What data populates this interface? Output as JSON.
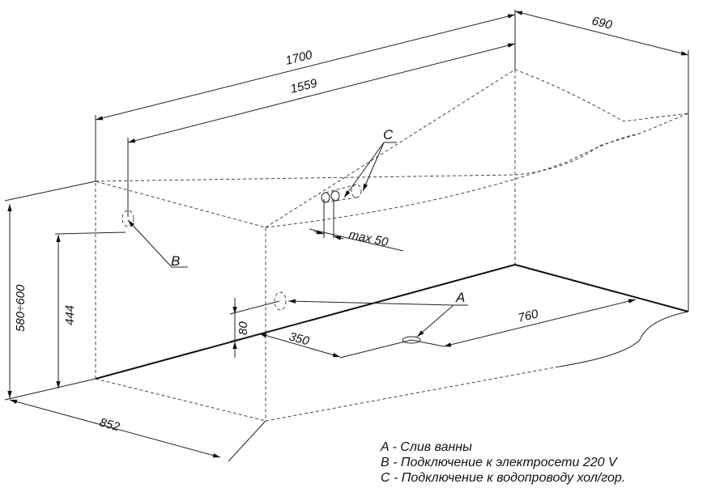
{
  "dimensions": {
    "length_overall": "1700",
    "length_inner": "1559",
    "width_right": "690",
    "height_range": "580÷600",
    "height_connection": "444",
    "width_front": "852",
    "drain_offset": "350",
    "drain_distance": "760",
    "drain_height": "80",
    "max_spacing": "max 50"
  },
  "labels": {
    "a": "A",
    "b": "B",
    "c": "C"
  },
  "legend": {
    "a": "A - Слив ванны",
    "b": "B - Подключение к электросети 220 V",
    "c": "C - Подключение к водопроводу хол/гор."
  }
}
